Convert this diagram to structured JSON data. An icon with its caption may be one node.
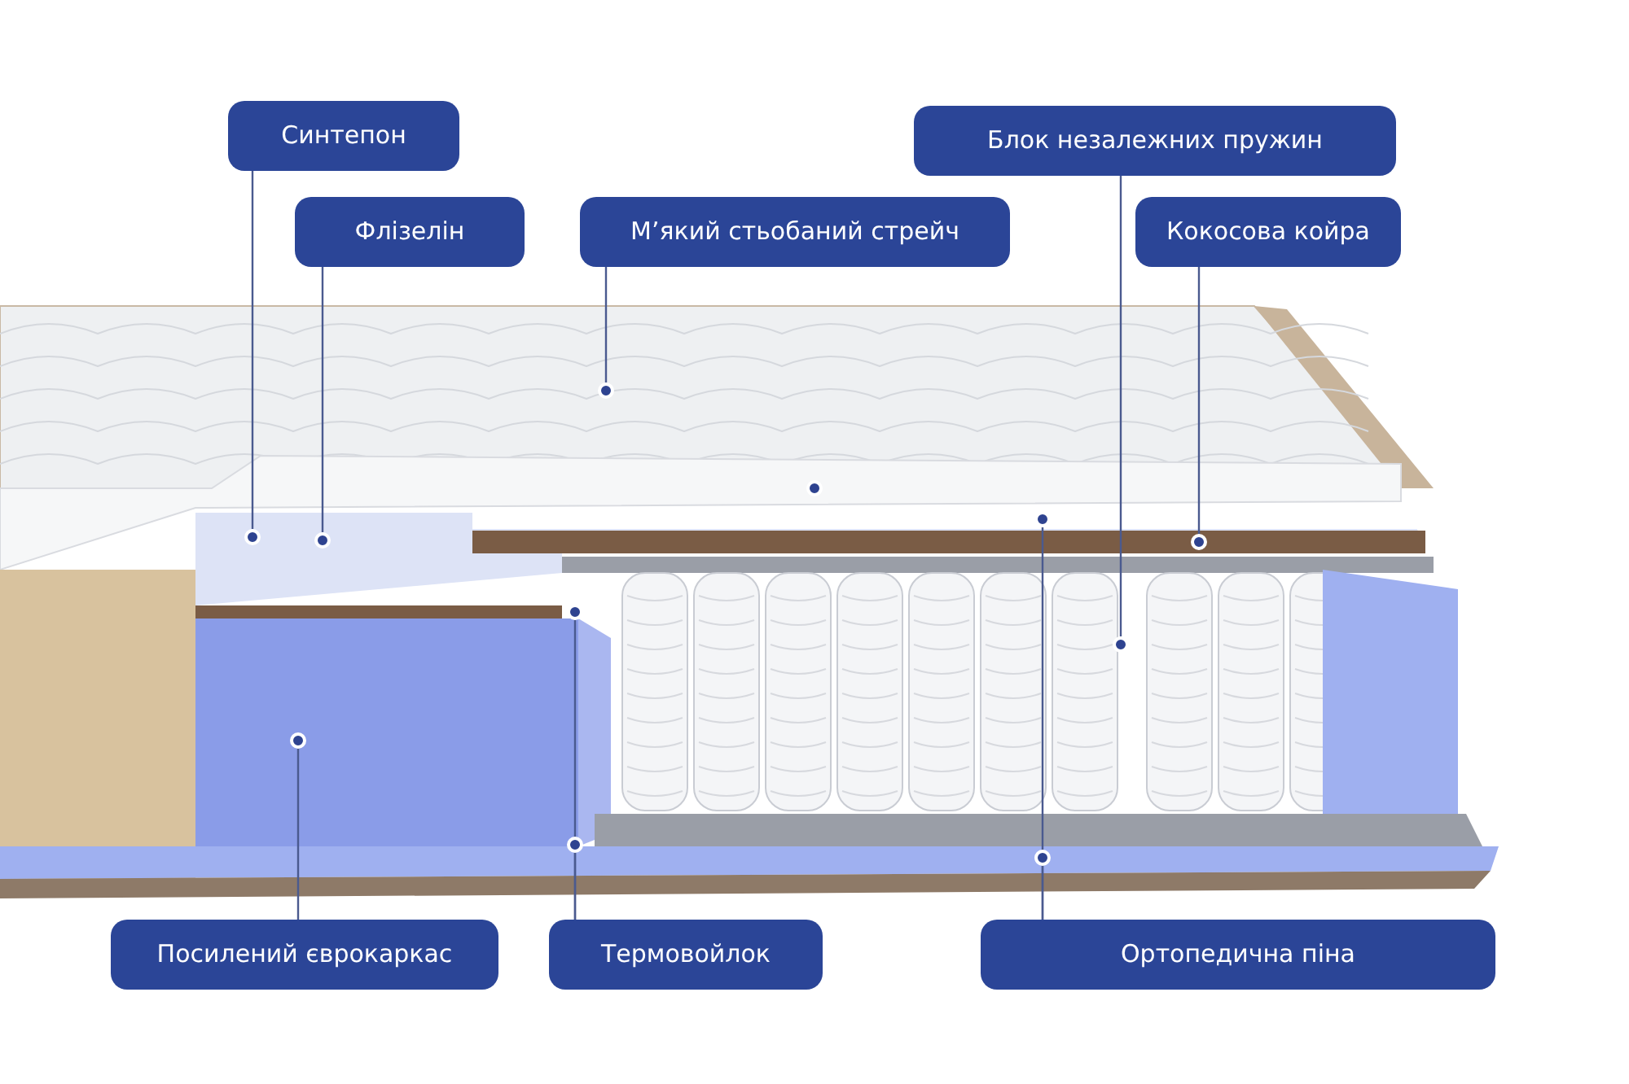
{
  "diagram": {
    "nodes": [
      {
        "text": [
          "Синтепон"
        ]
      },
      {
        "text": [
          "Флізелін"
        ]
      },
      {
        "text": [
          "М’який стьобаний стрейч"
        ]
      },
      {
        "text": [
          "Блок незалежних пружин"
        ]
      },
      {
        "text": [
          "Кокосова койра"
        ]
      },
      {
        "text": [
          "Посилений єврокаркас"
        ]
      },
      {
        "text": [
          "Термовойлок"
        ]
      },
      {
        "text": [
          "Ортопедична піна"
        ]
      },
      {
        "text": [],
        "shape": "circle"
      },
      {
        "text": [],
        "shape": "circle"
      },
      {
        "text": [],
        "shape": "circle"
      },
      {
        "text": [],
        "shape": "circle"
      },
      {
        "text": [],
        "shape": "circle"
      },
      {
        "text": [],
        "shape": "circle"
      },
      {
        "text": [],
        "shape": "circle"
      },
      {
        "text": [],
        "shape": "circle"
      },
      {
        "text": [],
        "shape": "circle"
      },
      {
        "text": [],
        "shape": "circle"
      },
      {
        "text": [],
        "shape": "circle"
      }
    ],
    "edges": [
      {
        "from": 0,
        "to": 9,
        "arrow": "none"
      },
      {
        "from": 1,
        "to": 10,
        "arrow": "none"
      },
      {
        "from": 2,
        "to": 8,
        "arrow": "none"
      },
      {
        "from": 3,
        "to": 14,
        "arrow": "none"
      },
      {
        "from": 4,
        "to": 12,
        "arrow": "none"
      },
      {
        "from": 5,
        "to": 15,
        "arrow": "none"
      },
      {
        "from": 6,
        "to": 13,
        "arrow": "none"
      },
      {
        "from": 6,
        "to": 16,
        "arrow": "none"
      },
      {
        "from": 7,
        "to": 11,
        "arrow": "none"
      },
      {
        "from": 7,
        "to": 17,
        "arrow": "none"
      }
    ]
  }
}
